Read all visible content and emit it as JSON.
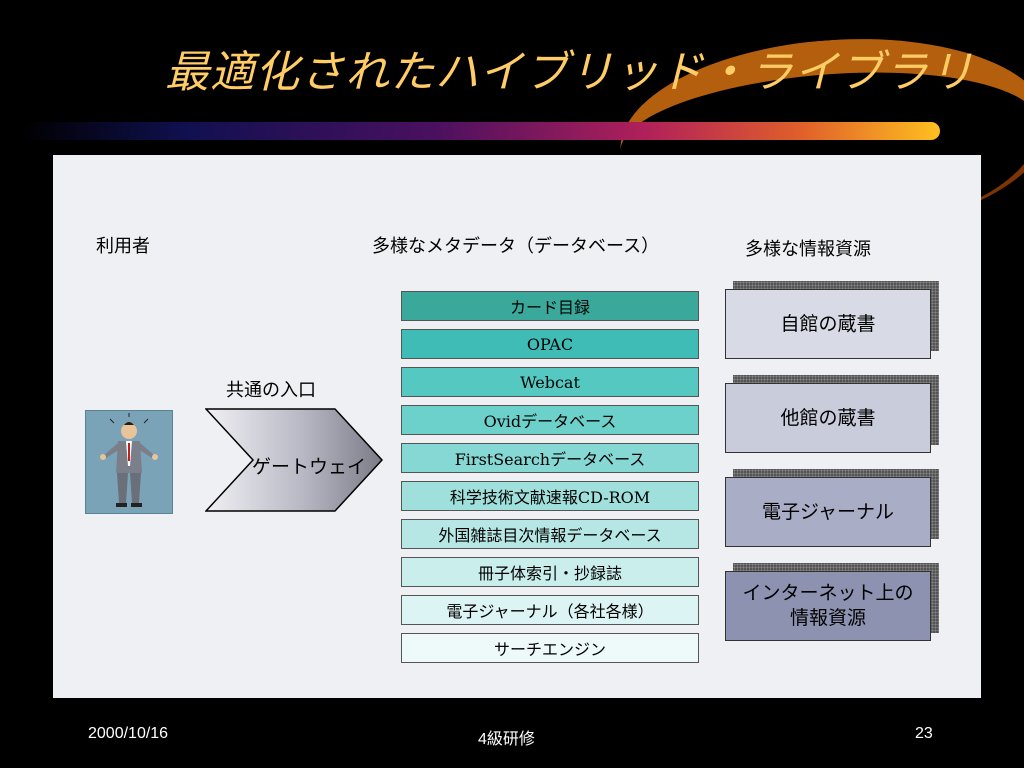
{
  "slide": {
    "title": "最適化されたハイブリッド・ライブラリ"
  },
  "labels": {
    "user": "利用者",
    "metadata": "多様なメタデータ（データベース）",
    "resources": "多様な情報資源",
    "common_entrance": "共通の入口",
    "gateway": "ゲートウェイ"
  },
  "databases": [
    {
      "label": "カード目録",
      "color": "#3aa89a"
    },
    {
      "label": "OPAC",
      "color": "#3fbcb6"
    },
    {
      "label": "Webcat",
      "color": "#55c8c2"
    },
    {
      "label": "Ovidデータベース",
      "color": "#6cd0cb"
    },
    {
      "label": "FirstSearchデータベース",
      "color": "#86d8d4"
    },
    {
      "label": "科学技術文献速報CD-ROM",
      "color": "#9fe0dd"
    },
    {
      "label": "外国雑誌目次情報データベース",
      "color": "#b6e7e5"
    },
    {
      "label": "冊子体索引・抄録誌",
      "color": "#c9eeec"
    },
    {
      "label": "電子ジャーナル（各社各様）",
      "color": "#dcf4f3"
    },
    {
      "label": "サーチエンジン",
      "color": "#eefafa"
    }
  ],
  "resources": [
    {
      "line1": "自館の蔵書",
      "line2": "",
      "color": "#d8dbe6"
    },
    {
      "line1": "他館の蔵書",
      "line2": "",
      "color": "#c8ccdb"
    },
    {
      "line1": "電子ジャーナル",
      "line2": "",
      "color": "#a9aec6"
    },
    {
      "line1": "インターネット上の",
      "line2": "情報資源",
      "color": "#8c92b0"
    }
  ],
  "footer": {
    "date": "2000/10/16",
    "center": "4級研修",
    "page": "23"
  }
}
